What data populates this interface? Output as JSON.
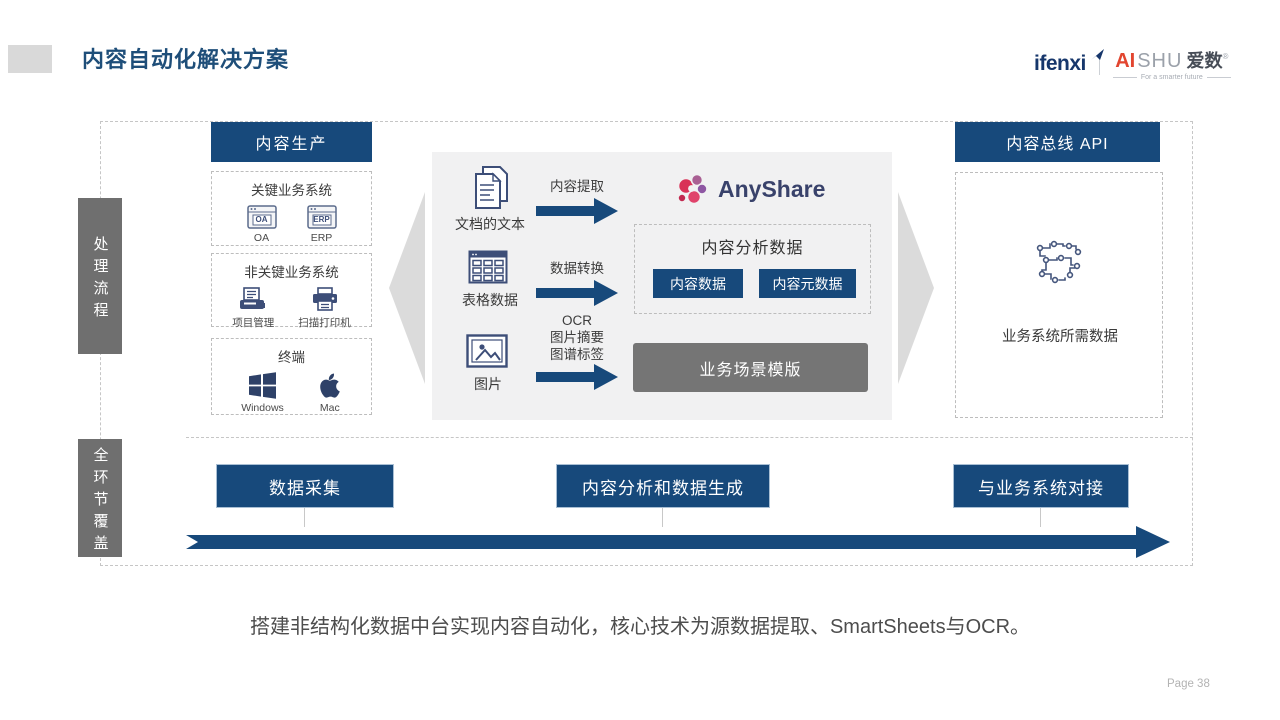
{
  "slide": {
    "title": "内容自动化解决方案",
    "caption": "搭建非结构化数据中台实现内容自动化，核心技术为源数据提取、SmartSheets与OCR。",
    "page_number": "Page 38"
  },
  "header_logos": {
    "ifenxi": "ifenxi",
    "aishu_ai": "AI",
    "aishu_shu": "SHU",
    "aishu_cn": "爱数",
    "aishu_mark": "®",
    "aishu_tagline": "For a smarter future"
  },
  "side_labels": {
    "process": "处理流程",
    "coverage": "全环节覆盖"
  },
  "production": {
    "header": "内容生产",
    "groups": [
      {
        "title": "关键业务系统",
        "items": [
          {
            "icon": "oa-window-icon",
            "badge": "OA",
            "label": "OA"
          },
          {
            "icon": "erp-window-icon",
            "badge": "ERP",
            "label": "ERP"
          }
        ]
      },
      {
        "title": "非关键业务系统",
        "items": [
          {
            "icon": "project-management-icon",
            "label": "项目管理"
          },
          {
            "icon": "scanner-printer-icon",
            "label": "扫描打印机"
          }
        ]
      },
      {
        "title": "终端",
        "items": [
          {
            "icon": "windows-icon",
            "label": "Windows"
          },
          {
            "icon": "apple-icon",
            "label": "Mac"
          }
        ]
      }
    ]
  },
  "pipeline": {
    "sources": [
      {
        "icon": "document-text-icon",
        "label": "文档的文本",
        "arrow_lines": [
          "内容提取"
        ]
      },
      {
        "icon": "table-data-icon",
        "label": "表格数据",
        "arrow_lines": [
          "数据转换"
        ]
      },
      {
        "icon": "image-icon",
        "label": "图片",
        "arrow_lines": [
          "OCR",
          "图片摘要",
          "图谱标签"
        ]
      }
    ],
    "anyshare_label": "AnyShare",
    "analysis": {
      "title": "内容分析数据",
      "chips": [
        "内容数据",
        "内容元数据"
      ]
    },
    "template_label": "业务场景模版"
  },
  "bus": {
    "header": "内容总线 API",
    "output_label": "业务系统所需数据"
  },
  "stages": [
    "数据采集",
    "内容分析和数据生成",
    "与业务系统对接"
  ],
  "colors": {
    "navy": "#17497B",
    "panel_gray": "#F1F1F2",
    "box_gray": "#6F6F6F",
    "template_gray": "#757575",
    "arrow_gray": "#DBDBDB",
    "title_blue": "#1E4E79"
  }
}
